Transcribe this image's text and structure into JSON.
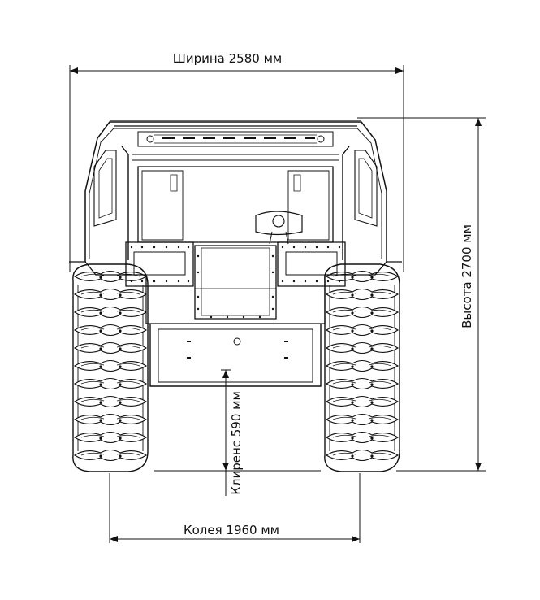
{
  "dimensions": {
    "width": "Ширина 2580 мм",
    "height": "Высота 2700 мм",
    "clearance": "Клиренс 590 мм",
    "track": "Колея 1960 мм"
  },
  "colors": {
    "line": "#111111",
    "background": "#ffffff"
  }
}
